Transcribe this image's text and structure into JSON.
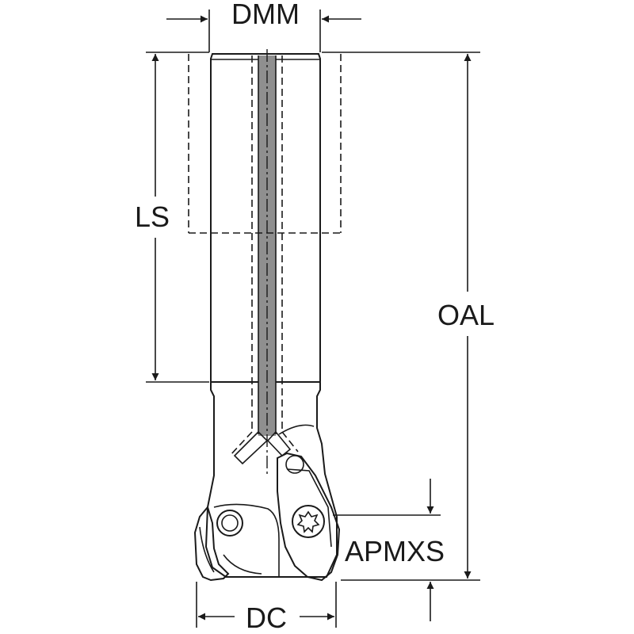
{
  "labels": {
    "dmm": "DMM",
    "ls": "LS",
    "oal": "OAL",
    "apmxs": "APMXS",
    "dc": "DC"
  },
  "colors": {
    "body_gray": "#c4c4c4",
    "shank_gray": "#bdbdbd",
    "channel_gray": "#8a8a8a",
    "insert_yellow": "#ffd100",
    "insert_shadow": "#e0a800",
    "line": "#1a1a1a"
  }
}
